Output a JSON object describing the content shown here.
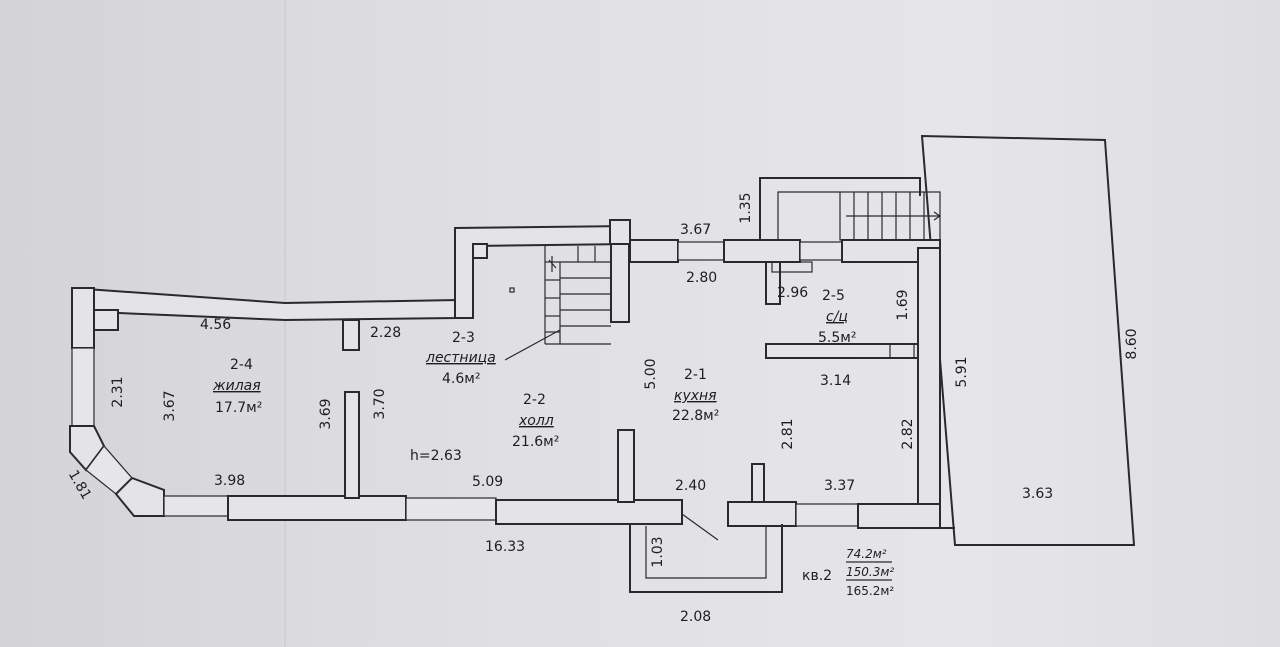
{
  "rooms": {
    "r24": {
      "code": "2-4",
      "name": "жилая",
      "area": "17.7м²"
    },
    "r23": {
      "code": "2-3",
      "name": "лестница",
      "area": "4.6м²"
    },
    "r22": {
      "code": "2-2",
      "name": "холл",
      "area": "21.6м²"
    },
    "r21": {
      "code": "2-1",
      "name": "кухня",
      "area": "22.8м²"
    },
    "r25": {
      "code": "2-5",
      "name": "с/ц",
      "area": "5.5м²"
    }
  },
  "height": "h=2.63",
  "dims": {
    "d456": "4.56",
    "d228": "2.28",
    "d231": "2.31",
    "d367a": "3.67",
    "d369": "3.69",
    "d370": "3.70",
    "d398": "3.98",
    "d181": "1.81",
    "d509": "5.09",
    "d1633": "16.33",
    "d500": "5.00",
    "d367b": "3.67",
    "d280": "2.80",
    "d135": "1.35",
    "d296": "2.96",
    "d169": "1.69",
    "d314": "3.14",
    "d281": "2.81",
    "d282": "2.82",
    "d591": "5.91",
    "d240": "2.40",
    "d337": "3.37",
    "d103": "1.03",
    "d208": "2.08",
    "d860": "8.60",
    "d363": "3.63"
  },
  "summary": {
    "apt": "кв.2",
    "a1": "74.2м²",
    "a2": "150.3м²",
    "a3": "165.2м²"
  }
}
